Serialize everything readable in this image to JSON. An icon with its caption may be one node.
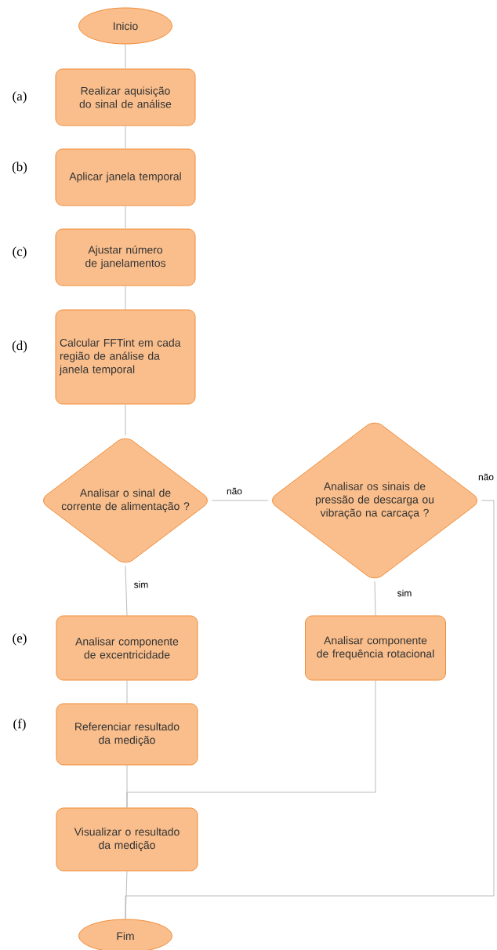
{
  "diagram": {
    "nodes": [
      {
        "text": [
          "Inicio"
        ]
      },
      {
        "text": [
          "Realizar aquisição do sinal de análise"
        ],
        "beside": [
          "(a)"
        ]
      },
      {
        "text": [
          "Aplicar janela temporal"
        ],
        "beside": [
          "(b)"
        ]
      },
      {
        "text": [
          "Ajustar número de janelamentos"
        ],
        "beside": [
          "(c)"
        ]
      },
      {
        "text": [
          "Calcular FFTint em cada região de análise da janela temporal"
        ],
        "beside": [
          "(d)"
        ]
      },
      {
        "text": [
          "Analisar o sinal de corrente de alimentação ?"
        ]
      },
      {
        "text": [
          "Analisar os sinais de pressão de descarga ou vibração na carcaça ?"
        ]
      },
      {
        "text": [
          "Analisar componente de excentricidade"
        ],
        "beside": [
          "(e)"
        ]
      },
      {
        "text": [
          "Analisar componente de frequência rotacional"
        ]
      },
      {
        "text": [
          "Referenciar resultado da medição"
        ],
        "beside": [
          "(f)"
        ]
      },
      {
        "text": [
          "Visualizar o resultado da medição"
        ]
      },
      {
        "text": [
          "Fim"
        ]
      }
    ],
    "edges": [
      {
        "from": 0,
        "to": 1,
        "arrow": "none"
      },
      {
        "from": 1,
        "to": 2,
        "arrow": "none"
      },
      {
        "from": 2,
        "to": 3,
        "arrow": "none"
      },
      {
        "from": 3,
        "to": 4,
        "arrow": "none"
      },
      {
        "from": 4,
        "to": 5,
        "arrow": "none"
      },
      {
        "from": 5,
        "to": 6,
        "arrow": "none",
        "label": "não"
      },
      {
        "from": 5,
        "to": 7,
        "arrow": "none",
        "label": "sim"
      },
      {
        "from": 6,
        "to": 8,
        "arrow": "none",
        "label": "sim"
      },
      {
        "from": 6,
        "to": 11,
        "arrow": "none",
        "label": "não"
      },
      {
        "from": 7,
        "to": 9,
        "arrow": "none"
      },
      {
        "from": 9,
        "to": 10,
        "arrow": "none"
      },
      {
        "from": 8,
        "to": 10,
        "arrow": "none"
      },
      {
        "from": 10,
        "to": 11,
        "arrow": "none"
      }
    ]
  }
}
